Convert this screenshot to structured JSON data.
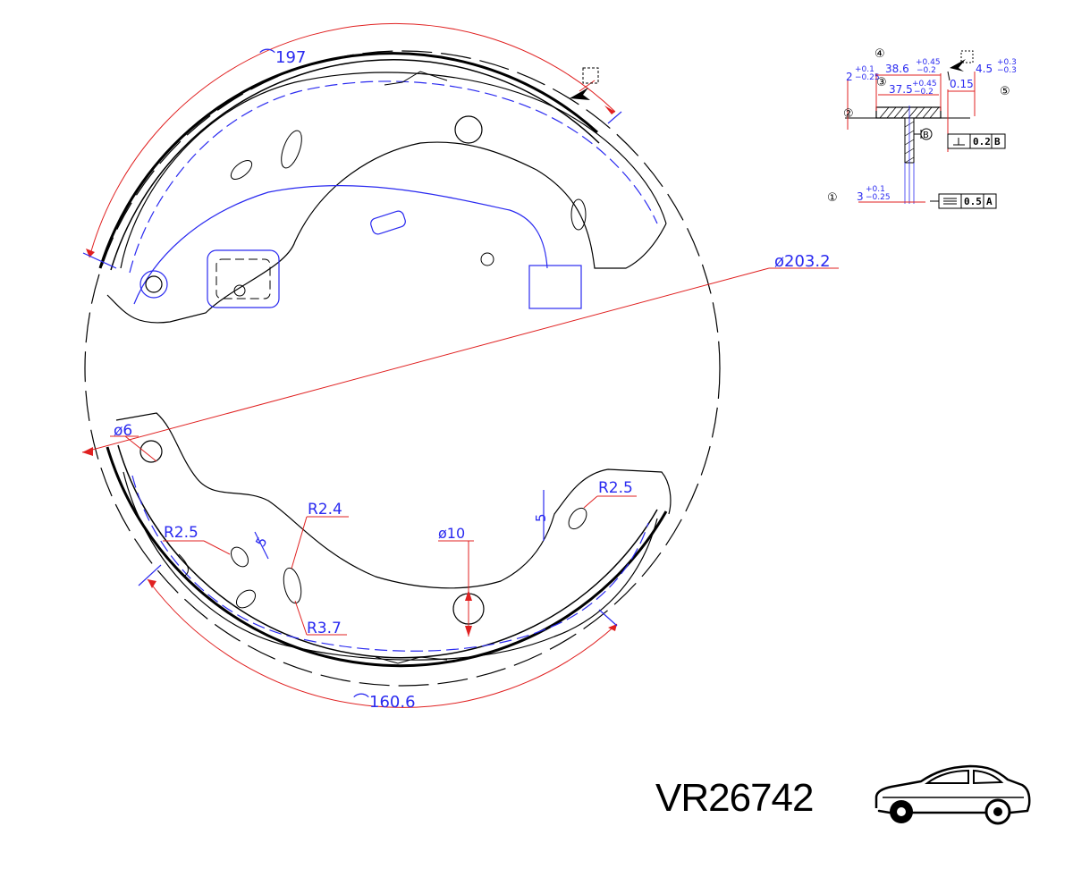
{
  "drawing": {
    "dimensions": {
      "arc_upper": "197",
      "arc_lower": "160.6",
      "diameter_drum": "ø203.2",
      "hole_diameter": "ø6",
      "hole_center": "ø10",
      "radius_1": "R2.5",
      "radius_2": "R2.4",
      "radius_3": "R3.7",
      "radius_4": "R2.5",
      "slot_width_1": "5",
      "slot_width_2": "5"
    },
    "section": {
      "callout_1": "①",
      "callout_2": "②",
      "callout_3": "③",
      "callout_4": "④",
      "callout_5": "⑤",
      "width_outer": "38.6",
      "width_outer_tol_plus": "+0.45",
      "width_outer_tol_minus": "−0.2",
      "width_inner": "37.5",
      "width_inner_tol_plus": "+0.45",
      "width_inner_tol_minus": "−0.2",
      "lining_thickness": "2",
      "lining_tol_plus": "+0.1",
      "lining_tol_minus": "−0.25",
      "thickness_right": "4.5",
      "thickness_right_tol_plus": "+0.3",
      "thickness_right_tol_minus": "−0.3",
      "offset": "0.15",
      "web_thickness": "3",
      "web_tol_plus": "+0.1",
      "web_tol_minus": "−0.25",
      "datum_b": "B",
      "tolerance_perp_value": "0.2",
      "tolerance_perp_datum": "B",
      "tolerance_sym_value": "0.5",
      "tolerance_sym_datum": "A"
    }
  },
  "product": {
    "part_number": "VR26742",
    "vehicle_icon": "car-sedan-icon"
  }
}
